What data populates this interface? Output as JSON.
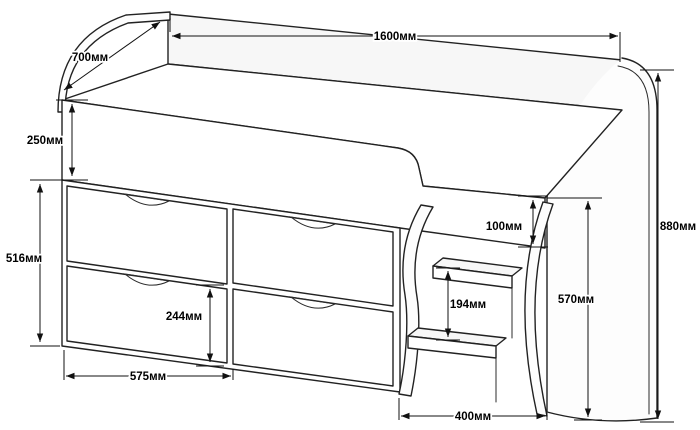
{
  "page": {
    "background": "#ffffff"
  },
  "diagram": {
    "name": "Loft bed with drawers and steps — dimensioned technical drawing",
    "unit": "мм",
    "line_color": "#222222",
    "dimensions": {
      "bed_length": "1600мм",
      "bed_depth": "700мм",
      "side_rail_height": "250мм",
      "drawer_section_height": "516мм",
      "lower_drawer_height": "244мм",
      "drawer_width": "575мм",
      "front_ledge_height": "100мм",
      "step_rise": "194мм",
      "overall_height": "880мм",
      "steps_section_height": "570мм",
      "steps_depth": "400мм"
    }
  }
}
